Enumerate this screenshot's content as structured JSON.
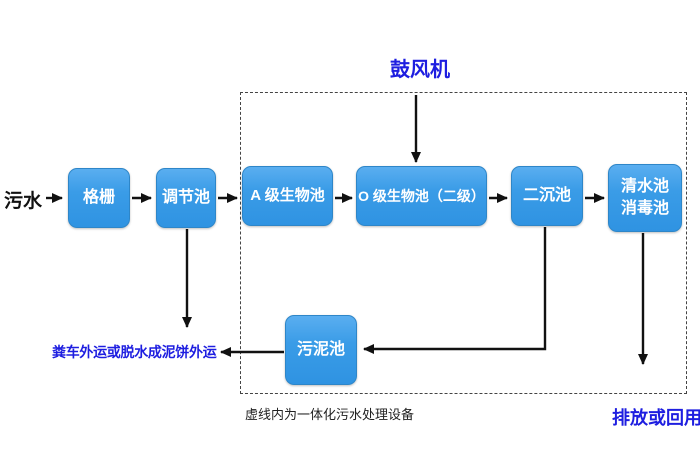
{
  "diagram": {
    "caption": "虚线内为一体化污水处理设备",
    "nodes": {
      "gezha": {
        "label": "格栅"
      },
      "tiaojiechi": {
        "label": "调节池"
      },
      "a_tank": {
        "label": "A 级生物池"
      },
      "o_tank": {
        "label": "O 级生物池（二级）"
      },
      "erchenchi": {
        "label": "二沉池"
      },
      "qingshuichi": {
        "label": "清水池\n消毒池"
      },
      "wunichi": {
        "label": "污泥池"
      }
    },
    "labels": {
      "influent": "污水",
      "blower": "鼓风机",
      "sludge_out": "粪车外运或脱水成泥饼外运",
      "effluent": "排放或回用"
    },
    "colors": {
      "node_fill_top": "#5aaef0",
      "node_fill_bottom": "#2f93e2",
      "node_border": "#2e86c8",
      "node_text": "#ffffff",
      "accent_text": "#1e1ee0",
      "arrow": "#111111",
      "dashed_border": "#444444",
      "background": "#ffffff"
    }
  }
}
